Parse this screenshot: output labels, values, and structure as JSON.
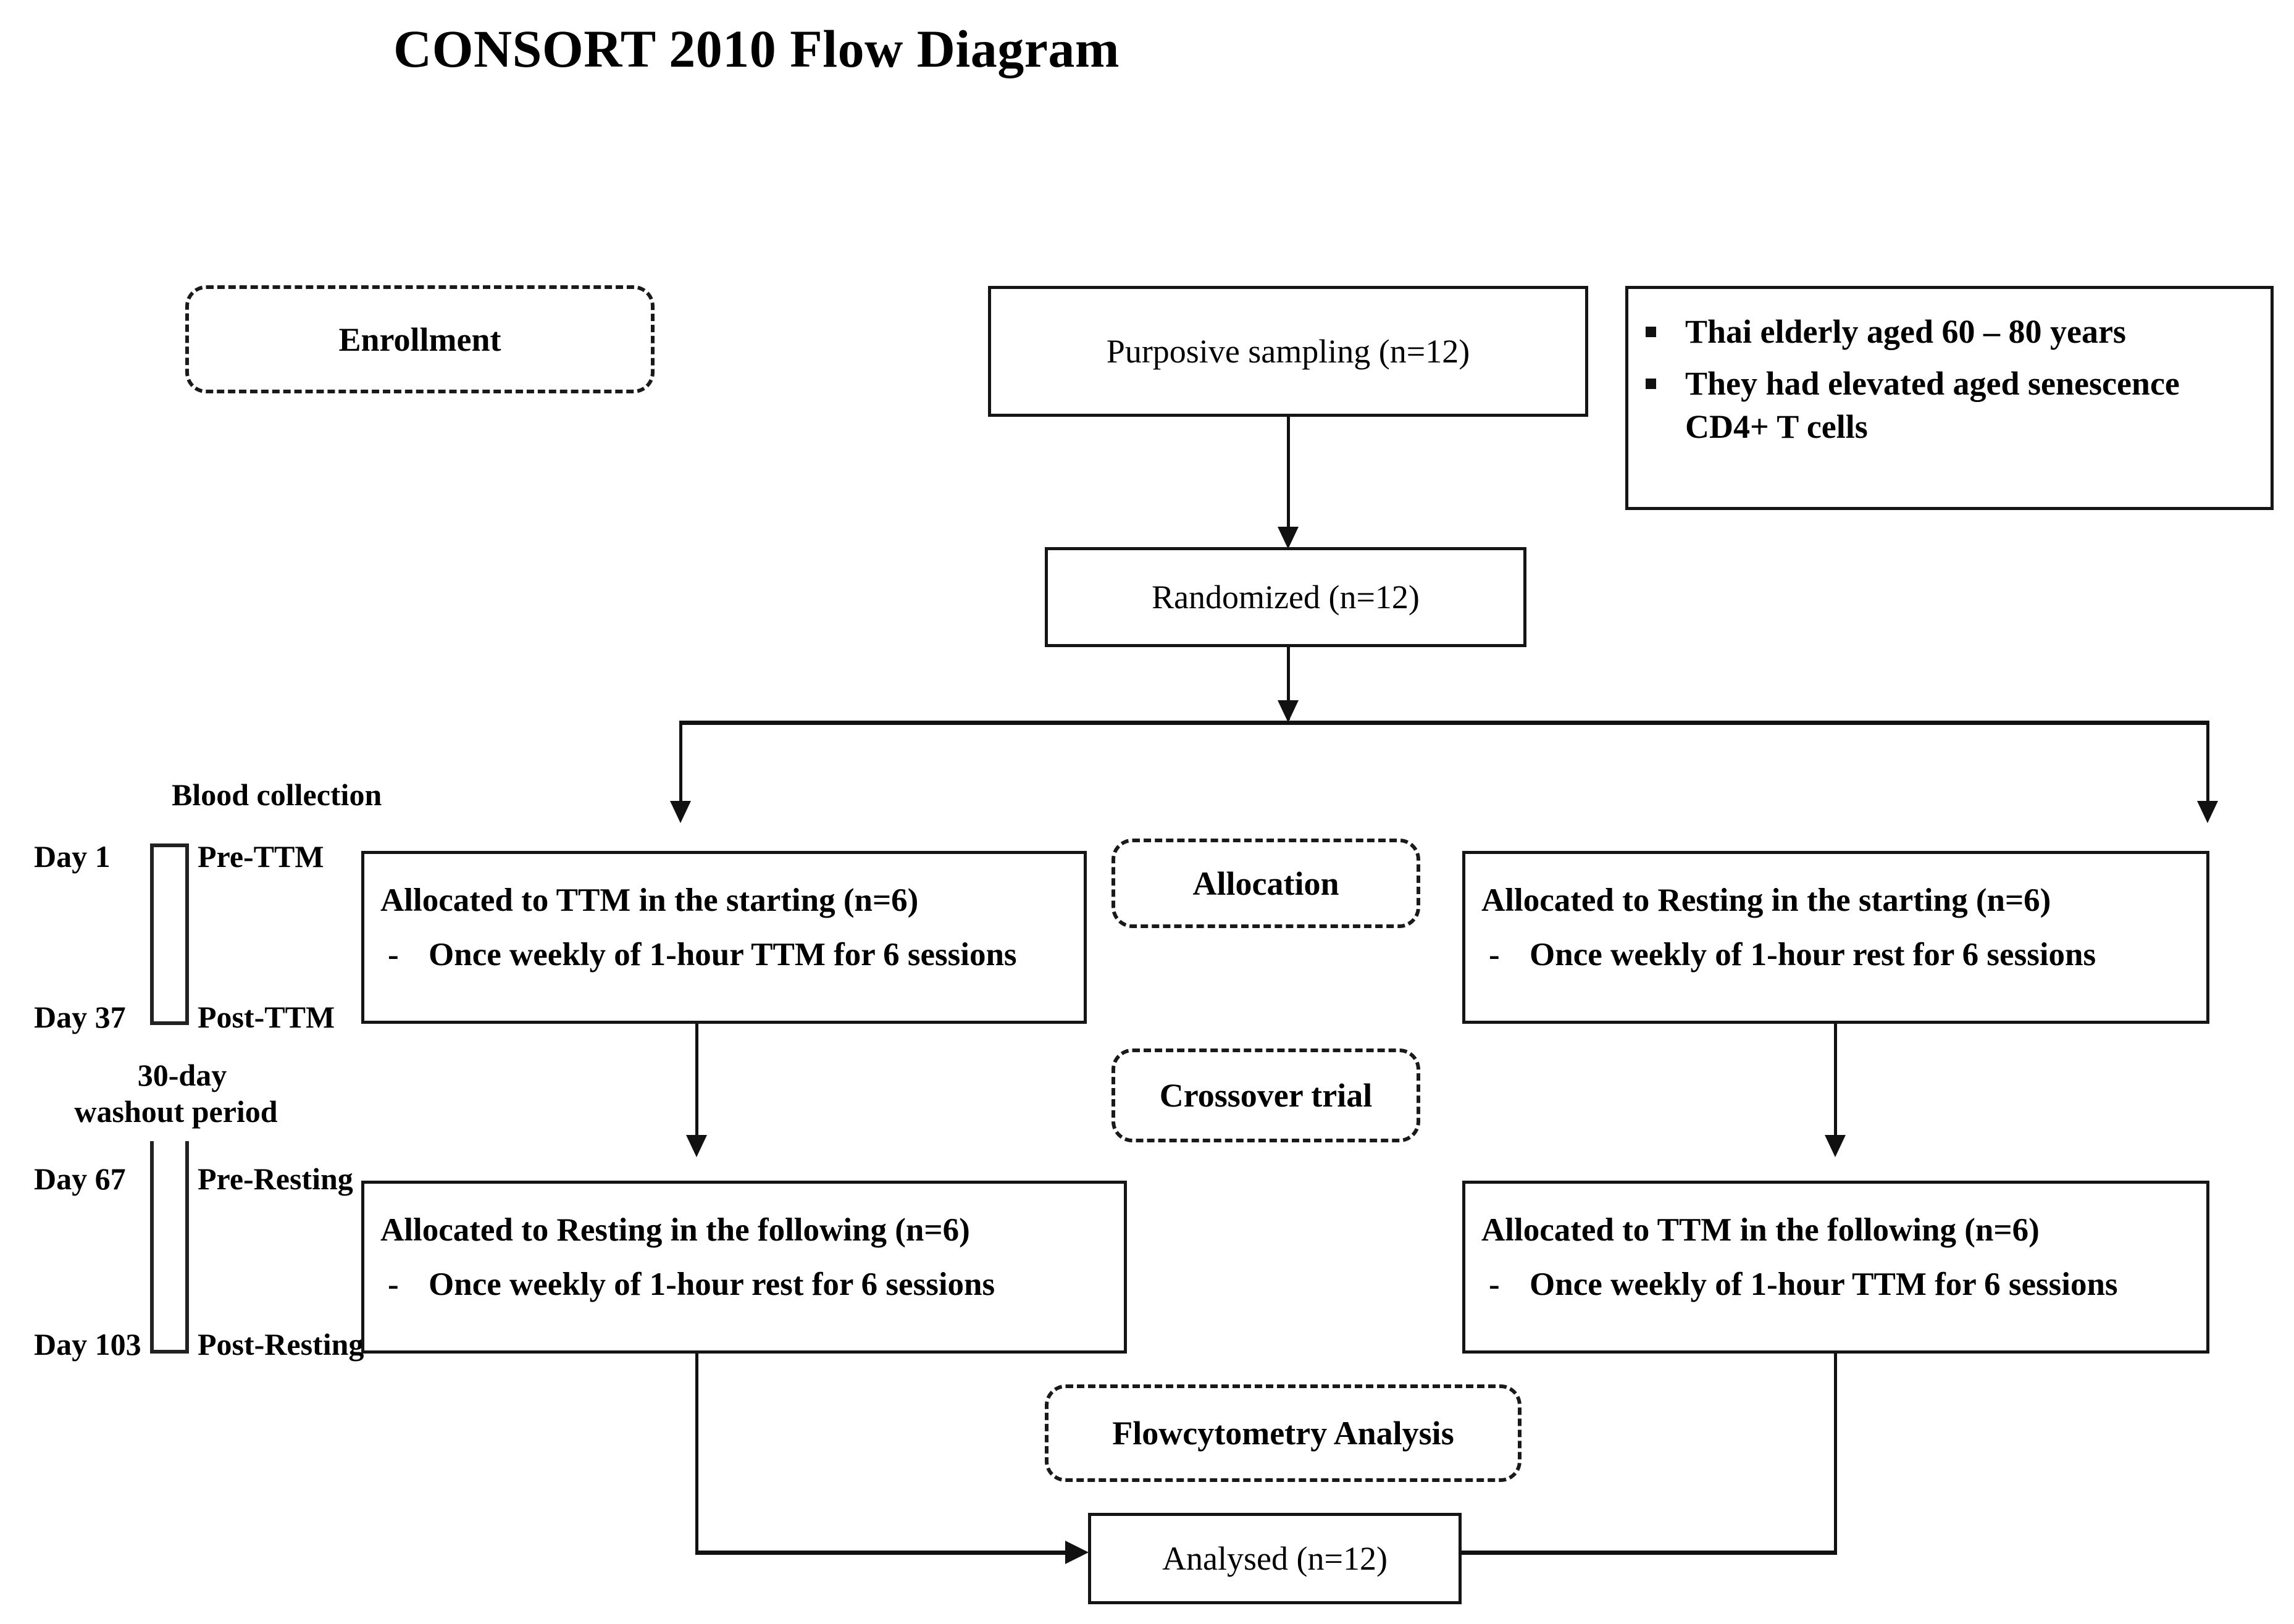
{
  "title": "CONSORT 2010 Flow Diagram",
  "stage_labels": {
    "enrollment": "Enrollment",
    "allocation": "Allocation",
    "crossover": "Crossover trial",
    "flowcytometry": "Flowcytometry Analysis"
  },
  "nodes": {
    "sampling": "Purposive sampling (n=12)",
    "randomized": "Randomized (n=12)",
    "analysed": "Analysed (n=12)"
  },
  "criteria": {
    "items": [
      "Thai elderly aged 60 – 80 years",
      "They had elevated aged senescence CD4+ T cells"
    ]
  },
  "arms": {
    "left_start": {
      "title": "Allocated to TTM in the starting (n=6)",
      "detail": "Once weekly of 1-hour TTM for 6 sessions",
      "dash": "-"
    },
    "right_start": {
      "title": "Allocated to Resting in the starting (n=6)",
      "detail": "Once weekly of 1-hour rest for 6 sessions",
      "dash": "-"
    },
    "left_follow": {
      "title": "Allocated to Resting in the following (n=6)",
      "detail": "Once weekly of 1-hour rest for 6 sessions",
      "dash": "-"
    },
    "right_follow": {
      "title": "Allocated to TTM in the following (n=6)",
      "detail": "Once weekly of 1-hour TTM for 6 sessions",
      "dash": "-"
    }
  },
  "timeline": {
    "header": "Blood collection",
    "washout_line1": "30-day",
    "washout_line2": "washout period",
    "rows": [
      {
        "day": "Day 1",
        "phase": "Pre-TTM"
      },
      {
        "day": "Day 37",
        "phase": "Post-TTM"
      },
      {
        "day": "Day 67",
        "phase": "Pre-Resting"
      },
      {
        "day": "Day 103",
        "phase": "Post-Resting"
      }
    ]
  },
  "colors": {
    "line": "#111111",
    "text": "#000000",
    "background": "#ffffff"
  }
}
